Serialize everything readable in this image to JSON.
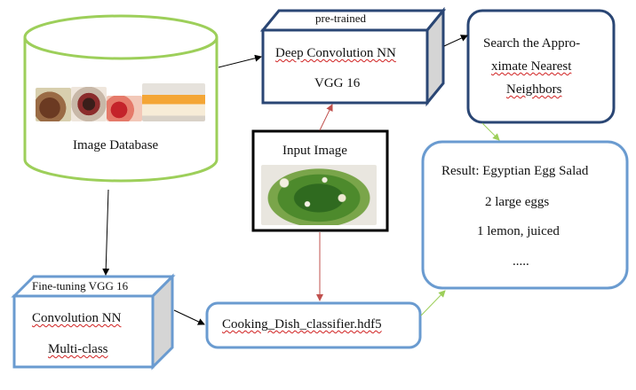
{
  "database": {
    "label": "Image Database",
    "thumbnails": [
      "food-photo-1",
      "food-photo-2",
      "food-photo-3",
      "food-photo-4"
    ]
  },
  "pretrained_box": {
    "tag": "pre-trained",
    "line1": "Deep Convolution NN",
    "line2": "VGG 16"
  },
  "search_box": {
    "line1": "Search the Appro-",
    "line2": "ximate Nearest",
    "line3": "Neighbors"
  },
  "input_box": {
    "label": "Input Image"
  },
  "result_box": {
    "line1": "Result: Egyptian Egg Salad",
    "line2": "2 large eggs",
    "line3": "1 lemon, juiced",
    "line4": "....."
  },
  "finetune_box": {
    "tag": "Fine-tuning VGG 16",
    "line1": "Convolution NN",
    "line2": "Multi-class"
  },
  "classifier_box": {
    "label": "Cooking_Dish_classifier.hdf5"
  },
  "colors": {
    "database": "#9dcf5a",
    "dark_box": "#2a4674",
    "result_box": "#6a9bd0",
    "cube_face": "#d5d5d5",
    "red_arrow": "#c0504d",
    "green_arrow": "#9dcf5a",
    "black_arrow": "#000000"
  }
}
